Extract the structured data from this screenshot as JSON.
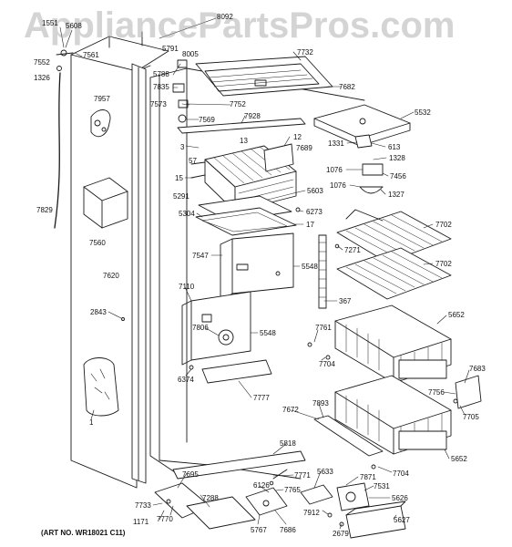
{
  "watermark": "AppliancePartsPros.com",
  "art_number": "(ART NO. WR18021 C11)",
  "colors": {
    "line": "#1a1a1a",
    "watermark": "#a0a0a0"
  },
  "labels": {
    "p1551": "1551",
    "p5608": "5608",
    "p8092": "8092",
    "p5791": "5791",
    "p8005": "8005",
    "p7561": "7561",
    "p7552": "7552",
    "p1326": "1326",
    "p7732": "7732",
    "p7682": "7682",
    "p5788": "5788",
    "p7835": "7835",
    "p7573": "7573",
    "p7752": "7752",
    "p7569": "7569",
    "p7957": "7957",
    "p7928": "7928",
    "p5532": "5532",
    "p3": "3",
    "p12": "12",
    "p13": "13",
    "p7689": "7689",
    "p1331": "1331",
    "p613": "613",
    "p1328": "1328",
    "p57": "57",
    "p1076a": "1076",
    "p7456": "7456",
    "p15": "15",
    "p1076b": "1076",
    "p1327": "1327",
    "p5603": "5603",
    "p5291": "5291",
    "p7829": "7829",
    "p6273": "6273",
    "p5304": "5304",
    "p17": "17",
    "p7702a": "7702",
    "p7560": "7560",
    "p7271": "7271",
    "p7547": "7547",
    "p7702b": "7702",
    "p5548a": "5548",
    "p7620": "7620",
    "p7110": "7110",
    "p367": "367",
    "p2843": "2843",
    "p5652a": "5652",
    "p7806": "7806",
    "p5548b": "5548",
    "p7761": "7761",
    "p7704a": "7704",
    "p6374": "6374",
    "p7683": "7683",
    "p7756": "7756",
    "p7777": "7777",
    "p7705": "7705",
    "p1": "1",
    "p7893": "7893",
    "p7672": "7672",
    "p5818": "5818",
    "p5652b": "5652",
    "p7704b": "7704",
    "p7695": "7695",
    "p7771": "7771",
    "p5633": "5633",
    "p7871": "7871",
    "p6126": "6126",
    "p7765": "7765",
    "p7288": "7288",
    "p7531": "7531",
    "p5626": "5626",
    "p7733": "7733",
    "p1171": "1171",
    "p7770": "7770",
    "p7912": "7912",
    "p5767": "5767",
    "p7686": "7686",
    "p2679": "2679",
    "p5627": "5627"
  }
}
